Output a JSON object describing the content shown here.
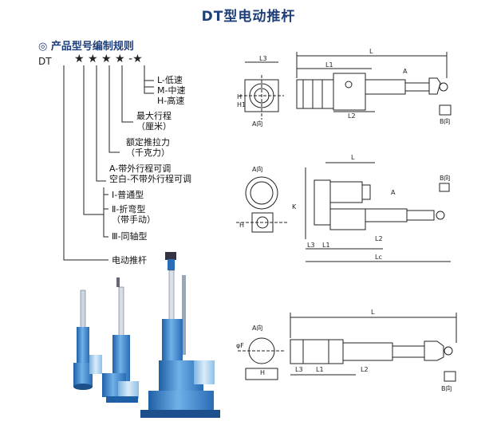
{
  "page": {
    "title": "DT型电动推杆",
    "rule_section": {
      "heading": "◎ 产品型号编制规则",
      "code_prefix": "DT",
      "stars": [
        "★",
        "★",
        "★",
        "★",
        "-★"
      ],
      "speed_options": [
        "L-低速",
        "M-中速",
        "H-高速"
      ],
      "stroke": {
        "line1": "最大行程",
        "line2": "（厘米）"
      },
      "thrust": {
        "line1": "额定推拉力",
        "line2": "（千克力）"
      },
      "stroke_type": {
        "line1": "A-带外行程可调",
        "line2": "空白-不带外行程可调"
      },
      "models": [
        {
          "line1": "Ⅰ-普通型"
        },
        {
          "line1": "Ⅱ-折弯型",
          "line2": "（带手动）"
        },
        {
          "line1": "Ⅲ-同轴型"
        }
      ],
      "product_name": "电动推杆"
    },
    "drawings": {
      "labels_top": {
        "L": "L",
        "L1": "L1",
        "L2": "L2",
        "L3": "L3",
        "H": "H",
        "H1": "H1",
        "A": "A",
        "Aview": "A向",
        "Bview": "B向"
      },
      "labels_mid": {
        "L": "L",
        "L1": "L1",
        "L2": "L2",
        "L3": "L3",
        "Lc": "Lc",
        "K": "K",
        "H": "H",
        "A": "A",
        "Aview": "A向",
        "Bview": "B向"
      },
      "labels_bot": {
        "L": "L",
        "L1": "L1",
        "L2": "L2",
        "L3": "L3",
        "H": "H",
        "Aview": "A向",
        "Bview": "B向",
        "phiF": "φF"
      }
    },
    "colors": {
      "title": "#1f3f7a",
      "machine_blue": "#3b7cc4",
      "machine_light": "#9cc8ec",
      "ink": "#222222"
    }
  }
}
